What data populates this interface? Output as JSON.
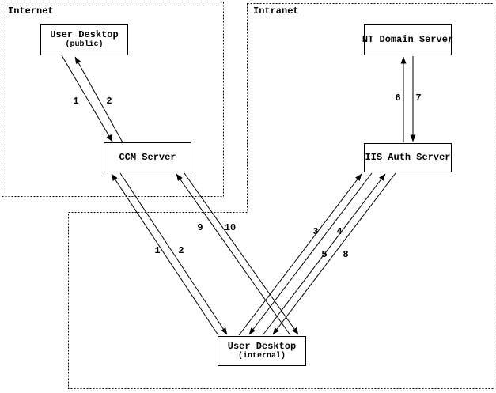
{
  "colors": {
    "background": "#ffffff",
    "line": "#000000",
    "box_fill": "#ffffff"
  },
  "regions": [
    {
      "id": "internet",
      "label": "Internet"
    },
    {
      "id": "intranet",
      "label": "Intranet"
    }
  ],
  "nodes": [
    {
      "id": "user-desktop-public",
      "title": "User Desktop",
      "subtitle": "(public)",
      "region": "Internet"
    },
    {
      "id": "nt-domain-server",
      "title": "NT Domain Server",
      "region": "Intranet"
    },
    {
      "id": "ccm-server",
      "title": "CCM Server",
      "region": "Internet"
    },
    {
      "id": "iis-auth-server",
      "title": "IIS Auth Server",
      "region": "Intranet"
    },
    {
      "id": "user-desktop-internal",
      "title": "User Desktop",
      "subtitle": "(internal)",
      "region": "Intranet"
    }
  ],
  "connections": [
    {
      "label": "1",
      "from": "user-desktop-public",
      "to": "ccm-server"
    },
    {
      "label": "2",
      "from": "ccm-server",
      "to": "user-desktop-public"
    },
    {
      "label": "1",
      "from": "user-desktop-internal",
      "to": "ccm-server"
    },
    {
      "label": "2",
      "from": "ccm-server",
      "to": "user-desktop-internal"
    },
    {
      "label": "9",
      "from": "user-desktop-internal",
      "to": "ccm-server"
    },
    {
      "label": "10",
      "from": "ccm-server",
      "to": "user-desktop-internal"
    },
    {
      "label": "3",
      "from": "user-desktop-internal",
      "to": "iis-auth-server"
    },
    {
      "label": "4",
      "from": "iis-auth-server",
      "to": "user-desktop-internal"
    },
    {
      "label": "5",
      "from": "user-desktop-internal",
      "to": "iis-auth-server"
    },
    {
      "label": "8",
      "from": "iis-auth-server",
      "to": "user-desktop-internal"
    },
    {
      "label": "6",
      "from": "iis-auth-server",
      "to": "nt-domain-server"
    },
    {
      "label": "7",
      "from": "nt-domain-server",
      "to": "iis-auth-server"
    }
  ]
}
